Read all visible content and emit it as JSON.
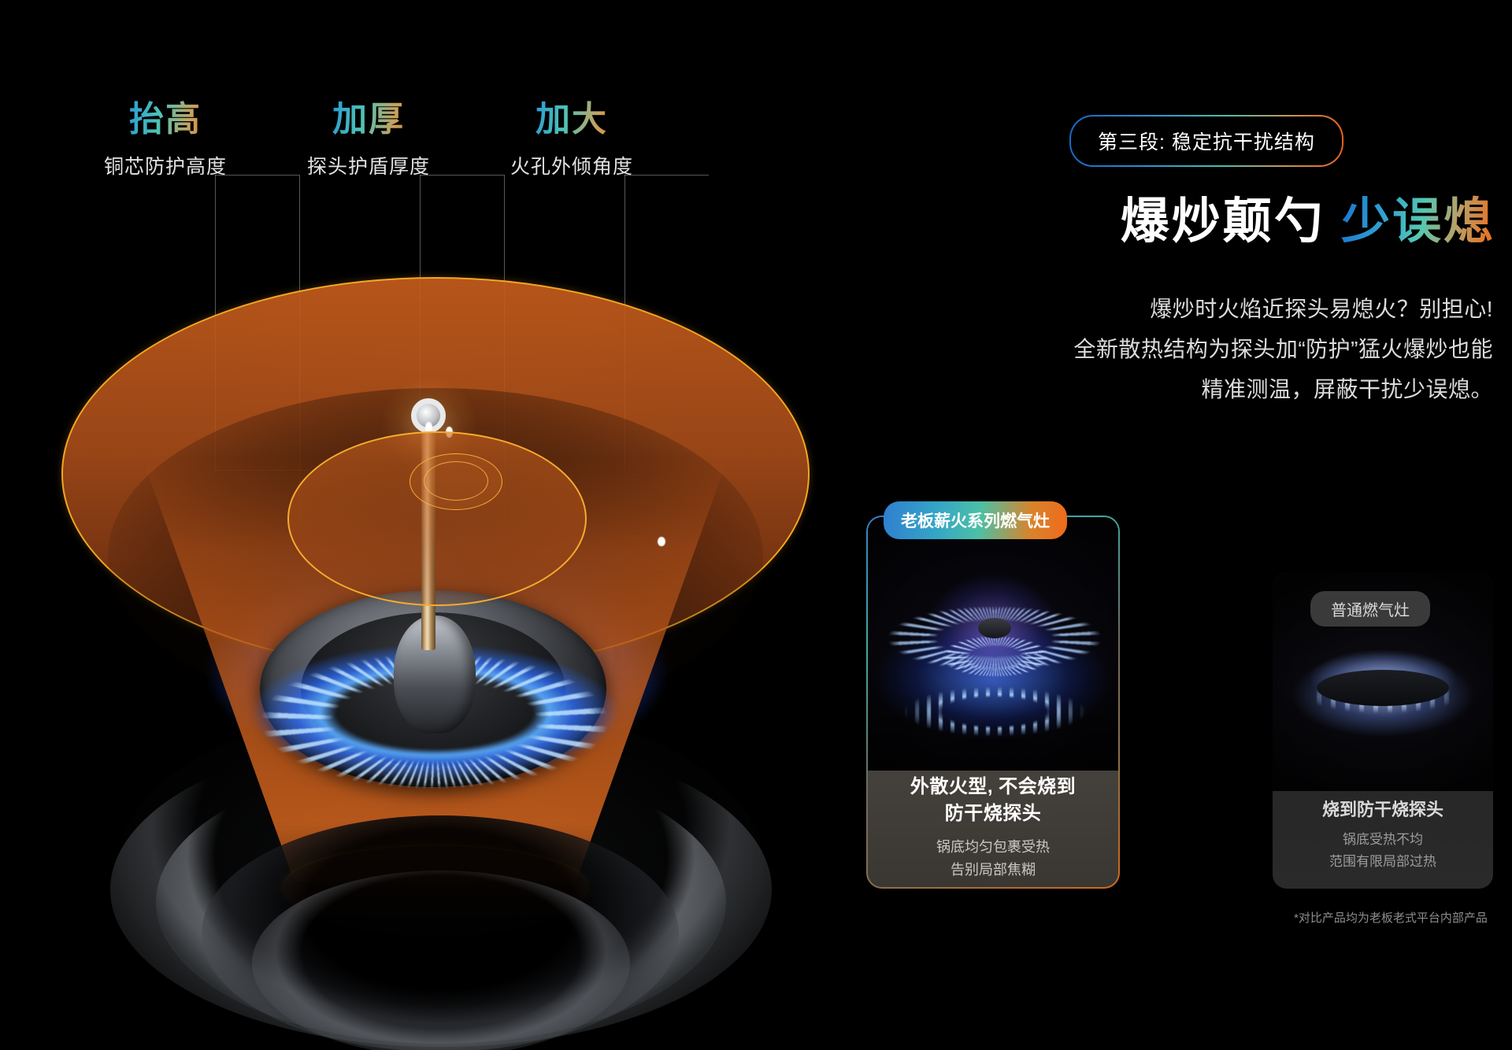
{
  "theme": {
    "background": "#000000",
    "accent_blue": "#1f7fd6",
    "accent_teal": "#4fc3b5",
    "accent_orange": "#ef6a1b",
    "outline_gold": "#f5a623",
    "text_primary": "#ffffff",
    "text_secondary": "#dcdcdc",
    "text_muted": "#8d8d8d"
  },
  "callouts": [
    {
      "title": "抬高",
      "subtitle": "铜芯防护高度"
    },
    {
      "title": "加厚",
      "subtitle": "探头护盾厚度"
    },
    {
      "title": "加大",
      "subtitle": "火孔外倾角度"
    }
  ],
  "illustration": {
    "name": "gas-burner-cutaway-with-heat-cone",
    "elements": [
      "heat-spread-cone",
      "blue-flame-crown",
      "burner-cap",
      "temperature-probe",
      "stove-trivet"
    ]
  },
  "right_panel": {
    "section_chip": "第三段: 稳定抗干扰结构",
    "headline_white": "爆炒颠勺",
    "headline_gradient": "少误熄",
    "body_lines": [
      "爆炒时火焰近探头易熄火？别担心!",
      "全新散热结构为探头加“防护”猛火爆炒也能",
      "精准测温，屏蔽干扰少误熄。"
    ]
  },
  "comparison": {
    "product_card": {
      "badge": "老板薪火系列燃气灶",
      "title_lines": [
        "外散火型, 不会烧到",
        "防干烧探头"
      ],
      "detail_lines": [
        "锅底均匀包裹受热",
        "告别局部焦糊"
      ],
      "photo_alt": "外散火型燃气灶火焰"
    },
    "ordinary_card": {
      "badge": "普通燃气灶",
      "title_lines": [
        "烧到防干烧探头"
      ],
      "detail_lines": [
        "锅底受热不均",
        "范围有限局部过热"
      ],
      "photo_alt": "普通燃气灶火焰"
    },
    "footnote": "*对比产品均为老板老式平台内部产品"
  }
}
